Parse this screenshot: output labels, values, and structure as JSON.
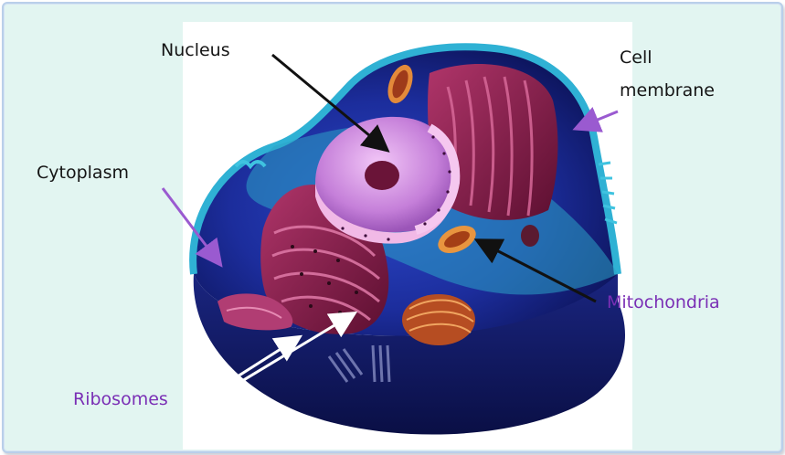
{
  "labels": {
    "nucleus": "Nucleus",
    "cell_membrane_line1": "Cell",
    "cell_membrane_line2": "membrane",
    "cytoplasm": "Cytoplasm",
    "mitochondria": "Mitochondria",
    "ribosomes": "Ribosomes"
  },
  "colors": {
    "background": "#e2f5f1",
    "label_dark": "#151515",
    "label_purple": "#7a2fb5",
    "cytoplasm_blue": "#1b2a9a",
    "membrane_cyan": "#2aa6c9",
    "nucleus_pink": "#d89ce6",
    "er_maroon": "#8a1f4a",
    "mitochondria_orange": "#e08a3a"
  }
}
